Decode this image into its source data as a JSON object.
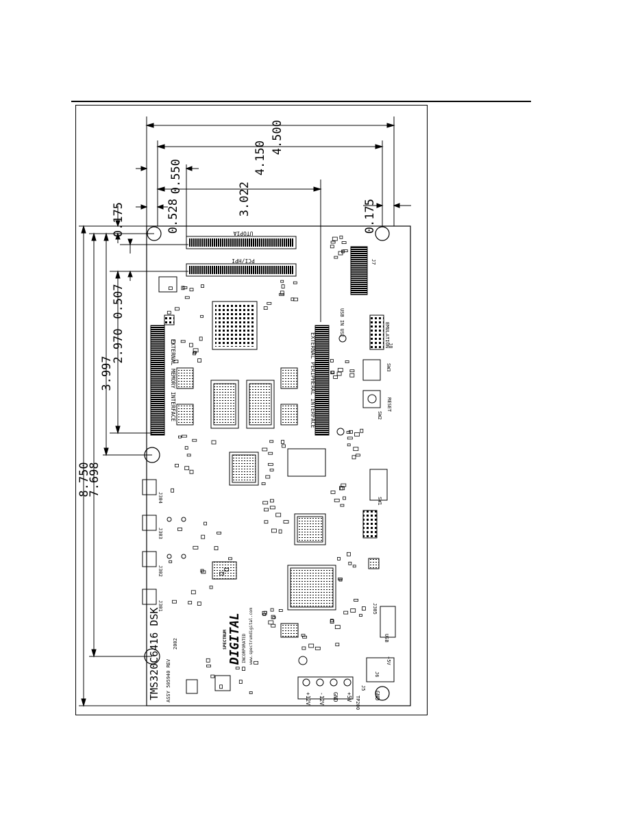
{
  "document": {
    "figure": {
      "board": {
        "headers": {
          "top_left": "UTOPIA",
          "top_right": "PCI/HPI",
          "left_long": "EXTERNAL MEMORY INTERFACE",
          "right_long": "EXTERNAL PERIPHERAL INTERFACE"
        },
        "dimensions": {
          "d_4500": "4.500",
          "d_4150": "4.150",
          "d_3022": "3.022",
          "d_0550": "0.550",
          "d_0528": "0.528",
          "d_0175_left": "0.175",
          "d_0175_right": "0.175",
          "d_8750": "8.750",
          "d_7698": "7.698",
          "d_3997": "3.997",
          "d_2970": "2.970",
          "d_0507": "0.507"
        },
        "title_text": "TMS320C6416 DSK",
        "assy_text": "ASSY 505940 REV",
        "year_text": "2002",
        "brand": {
          "top": "SPECTRUM",
          "name": "DIGITAL",
          "sub": "INCORPORATED",
          "url": "www.spectrumdigital.com"
        },
        "power_labels": [
          "+12V",
          "-12V",
          "GND",
          "+5V",
          "GND"
        ],
        "connector_labels": [
          "J5",
          "J6",
          "J7",
          "J8",
          "J301",
          "J302",
          "J303",
          "J304",
          "J305"
        ],
        "misc_labels": {
          "reset": "RESET",
          "emulation": "EMULATION",
          "usb_in_use": "USB IN USE",
          "usb": "USB",
          "plus5v": "+5V",
          "sw1": "SW1",
          "sw2": "SW2",
          "sw3": "SW3",
          "tp": "TP200"
        }
      }
    }
  }
}
